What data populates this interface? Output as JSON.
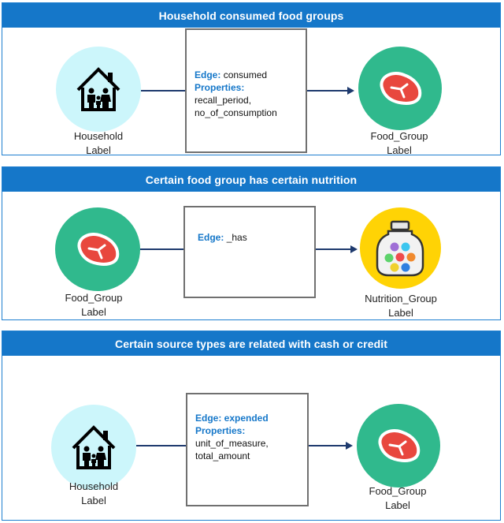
{
  "panels": [
    {
      "title": "Household consumed food groups",
      "left_node": {
        "name": "Household",
        "label": "Label",
        "icon": "house-family-icon"
      },
      "edge": {
        "edge_key": "Edge:",
        "edge_value": "consumed",
        "props_key": "Properties:",
        "props": [
          "recall_period,",
          "no_of_consumption"
        ]
      },
      "right_node": {
        "name": "Food_Group",
        "label": "Label",
        "icon": "meat-steak-icon"
      }
    },
    {
      "title": "Certain food group has certain nutrition",
      "left_node": {
        "name": "Food_Group",
        "label": "Label",
        "icon": "meat-steak-icon"
      },
      "edge": {
        "edge_key": "Edge:",
        "edge_value": "_has"
      },
      "right_node": {
        "name": "Nutrition_Group",
        "label": "Label",
        "icon": "vitamin-jar-icon"
      }
    },
    {
      "title": "Certain source types are related with cash or credit",
      "left_node": {
        "name": "Household",
        "label": "Label",
        "icon": "house-family-icon"
      },
      "edge": {
        "edge_key": "Edge: expended",
        "props_key": "Properties:",
        "props": [
          "unit_of_measure,",
          "total_amount"
        ]
      },
      "right_node": {
        "name": "Food_Group",
        "label": "Label",
        "icon": "meat-steak-icon"
      }
    }
  ],
  "colors": {
    "header": "#1577c9",
    "household": "#ccf6fb",
    "food": "#30b98d",
    "nutrition": "#ffd305",
    "connector": "#1e3a6e"
  }
}
